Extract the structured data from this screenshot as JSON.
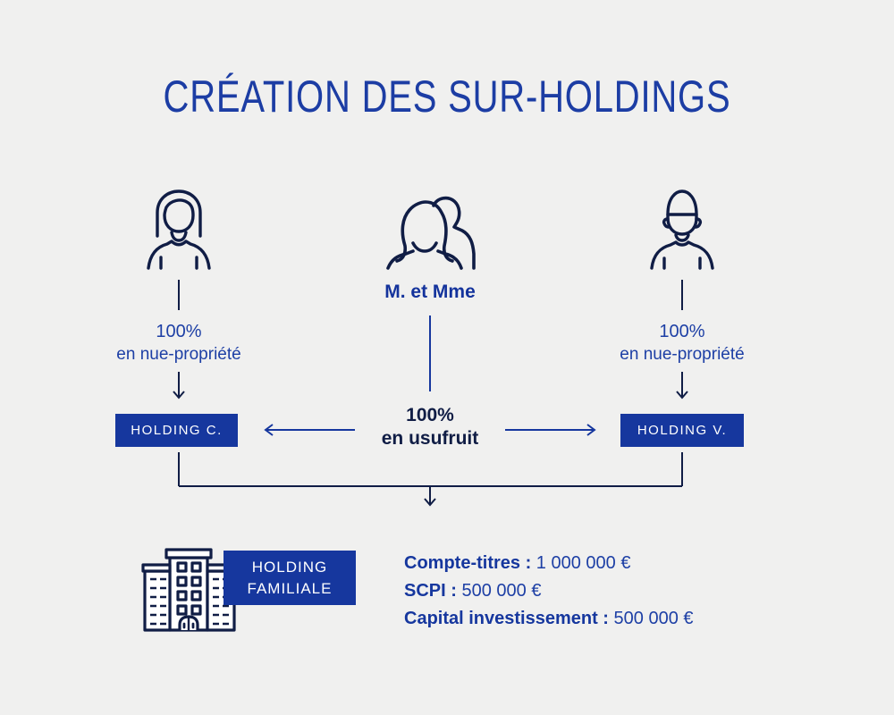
{
  "title": "CRÉATION DES SUR-HOLDINGS",
  "colors": {
    "background": "#f0f0ef",
    "primary_blue": "#16379e",
    "text_blue": "#1d3fa5",
    "dark_navy": "#101d45",
    "white": "#ffffff"
  },
  "left_branch": {
    "person_icon": "woman-icon",
    "share_pct": "100%",
    "share_type": "en nue-propriété",
    "holding_label": "HOLDING C."
  },
  "center_branch": {
    "person_icon": "couple-icon",
    "person_label": "M. et Mme",
    "share_pct": "100%",
    "share_type": "en usufruit"
  },
  "right_branch": {
    "person_icon": "man-icon",
    "share_pct": "100%",
    "share_type": "en nue-propriété",
    "holding_label": "HOLDING V."
  },
  "family_holding": {
    "building_icon": "building-icon",
    "label_line1": "HOLDING",
    "label_line2": "FAMILIALE",
    "assets": [
      {
        "label": "Compte-titres :",
        "value": "1 000 000 €"
      },
      {
        "label": "SCPI :",
        "value": "500 000 €"
      },
      {
        "label": "Capital investissement :",
        "value": "500 000 €"
      }
    ]
  }
}
